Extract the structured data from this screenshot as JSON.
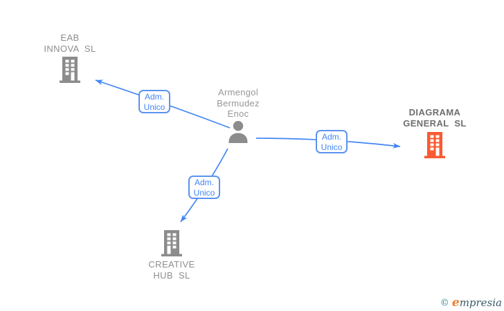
{
  "colors": {
    "line_blue": "#4285f4",
    "box_border_blue": "#5b93ee",
    "gray_icon": "#8c8c8c",
    "gray_text": "#8d8d8d",
    "dark_gray_text": "#6e6e6e",
    "person_text": "#979797",
    "orange_icon": "#fa5a32",
    "logo_teal": "#2e7f8c",
    "logo_orange": "#ef7d2a",
    "logo_dark": "#3a5a66"
  },
  "person": {
    "name": "Armengol\nBermudez\nEnoc"
  },
  "companies": [
    {
      "id": "eab",
      "name": "EAB\nINNOVA  SL",
      "highlighted": false
    },
    {
      "id": "diagrama",
      "name": "DIAGRAMA\nGENERAL  SL",
      "highlighted": true
    },
    {
      "id": "creative",
      "name": "CREATIVE\nHUB  SL",
      "highlighted": false
    }
  ],
  "edges": [
    {
      "from": "Armengol Bermudez Enoc",
      "to": "EAB INNOVA SL",
      "label": "Adm.\nUnico"
    },
    {
      "from": "Armengol Bermudez Enoc",
      "to": "DIAGRAMA GENERAL SL",
      "label": "Adm.\nUnico"
    },
    {
      "from": "Armengol Bermudez Enoc",
      "to": "CREATIVE HUB SL",
      "label": "Adm.\nUnico"
    }
  ],
  "footer": {
    "copyright_symbol": "© ",
    "brand_initial": "e",
    "brand_rest": "mpresia"
  }
}
